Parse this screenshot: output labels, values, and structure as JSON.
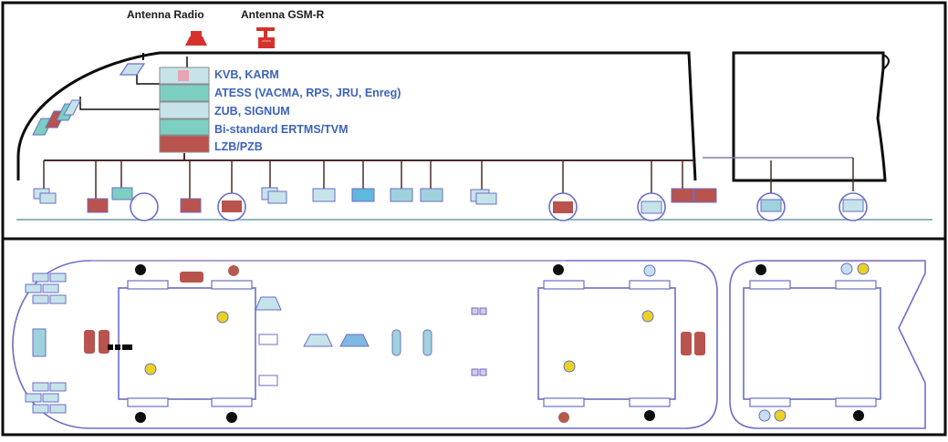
{
  "antennas": [
    {
      "id": "radio",
      "label": "Antenna Radio"
    },
    {
      "id": "gsmr",
      "label": "Antenna GSM-R"
    }
  ],
  "systems": [
    {
      "id": "kvb",
      "label": "KVB, KARM"
    },
    {
      "id": "atess",
      "label": "ATESS (VACMA, RPS, JRU, Enreg)"
    },
    {
      "id": "zub",
      "label": "ZUB, SIGNUM"
    },
    {
      "id": "ertms",
      "label": "Bi-standard ERTMS/TVM"
    },
    {
      "id": "lzb",
      "label": "LZB/PZB"
    }
  ],
  "colors": {
    "frame": "#0d0d0d",
    "text_blue": "#3d63b8",
    "antenna_red": "#d6312b",
    "box_red": "#b9534e",
    "box_teal": "#7ccfc1",
    "box_lightblue": "#c6e3ea",
    "box_pink": "#e7a4b4",
    "outline_blue": "#6b6ec7",
    "rail": "#8fb3bf",
    "yellow": "#e9d320",
    "brown": "#b35c4e",
    "pale_blue": "#c7dff0"
  }
}
